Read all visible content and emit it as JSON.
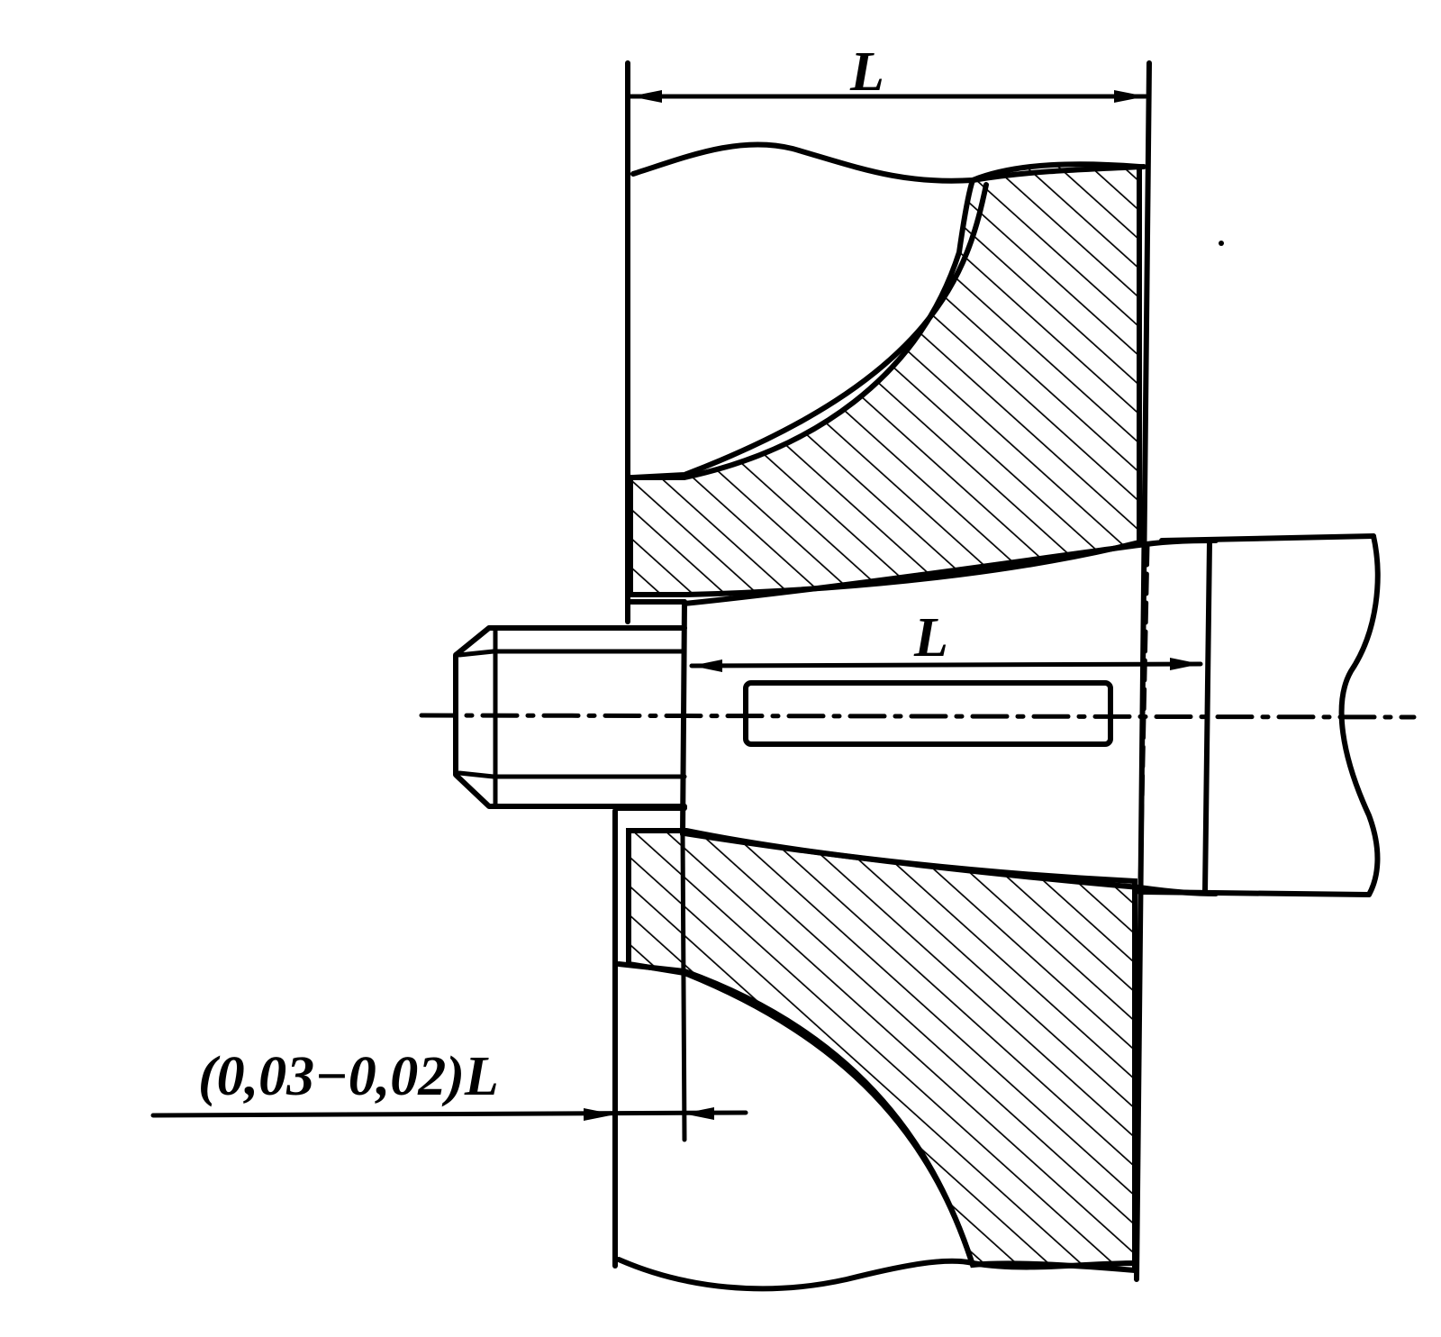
{
  "labels": {
    "top_dimension": "L",
    "shaft_dimension": "L",
    "offset_dimension": "(0,03−0,02)L"
  },
  "colors": {
    "ink": "#000000",
    "paper": "#ffffff"
  }
}
